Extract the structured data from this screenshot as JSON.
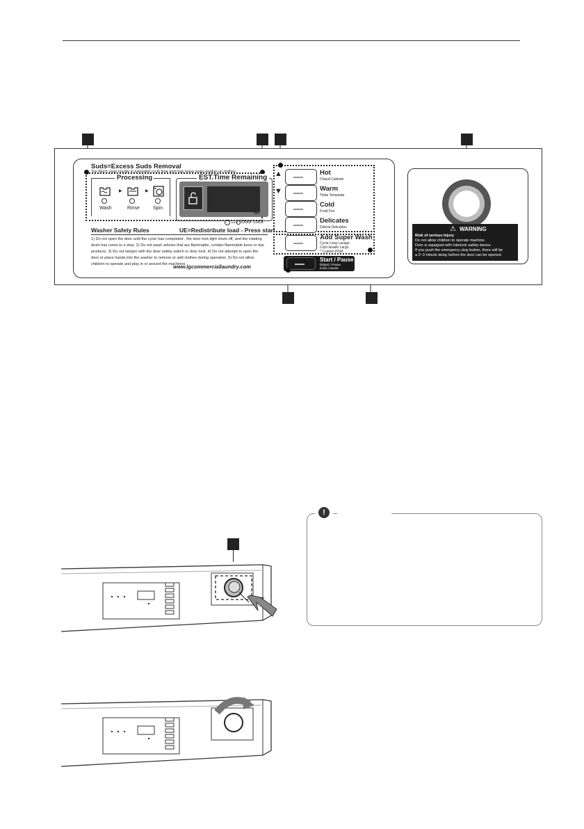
{
  "panel": {
    "suds_title": "Suds=Excess Suds Removal",
    "suds_sub": "Too Much soap results in extended cycle time and may leave soap residue on clothes.",
    "processing_title": "Processing",
    "steps": [
      "Wash",
      "Rinse",
      "Spin"
    ],
    "est_title": "EST.Time Remaining",
    "min_label": "Min.",
    "door_lock": "Door Lock",
    "safety_title": "Washer Safety Rules",
    "ue_label": "UE=Redistribute load - Press start",
    "safety_lines": [
      "1) Do not open the door until the cycle has completed , the door lock light shuts off, and the rotating",
      "drum has come to a stop. 2) Do not wash articles that are flammable, contain flammable fume or dye",
      "products.  3) Do not tamper with the door safety switch or door lock.  4)  Do not attempt to open the",
      "door or place hands into the washer to remove or add clothes during operation.  5)  Do not allow",
      "children to operate and play in or around the machines."
    ],
    "website": "www.lgcommerciallaundry.com",
    "temps": [
      {
        "label": "Hot",
        "sub": "Chaud  Caliente"
      },
      {
        "label": "Warm",
        "sub": "Tiède  Templada"
      },
      {
        "label": "Cold",
        "sub": "Froid  Frio"
      },
      {
        "label": "Delicates",
        "sub": "Délicat  Delicados"
      }
    ],
    "super_wash": {
      "label": "Add Super Wash",
      "sub1": "Cycle Long Lavage",
      "sub2": "Ciclo lavado Largo",
      "sub3": "* Custom PGM"
    },
    "start": {
      "label": "Start / Pause",
      "sub1": "Départ / Pause",
      "sub2": "Inicio / pausa"
    }
  },
  "warning": {
    "title": "WARNING",
    "lines": [
      "Risk of serious Injury",
      "Do not allow children to operate machine.",
      "Door is equipped with interlock safety device.",
      "If you push the emergency stop button, there will be",
      "a 2~3 minute delay before the door can be opened."
    ]
  },
  "note_icon": "exclamation-icon",
  "colors": {
    "dark": "#1c1c1c",
    "display_gray": "#7a7a7a"
  }
}
